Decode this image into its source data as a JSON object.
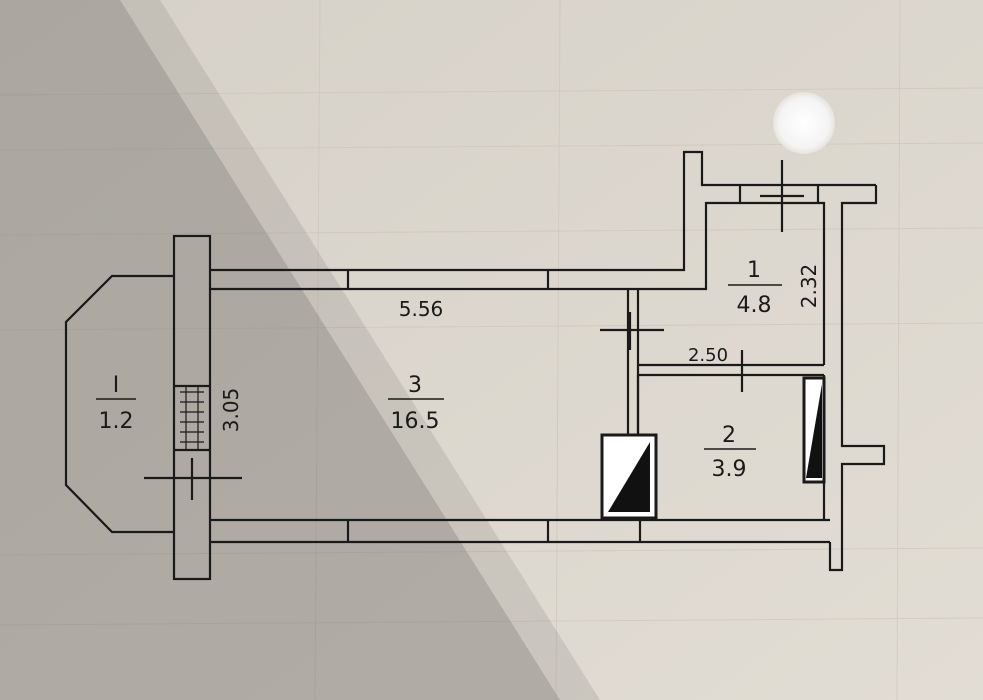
{
  "floor_plan": {
    "rooms": [
      {
        "number": "I",
        "area": "1.2"
      },
      {
        "number": "3",
        "area": "16.5"
      },
      {
        "number": "1",
        "area": "4.8"
      },
      {
        "number": "2",
        "area": "3.9"
      }
    ],
    "dimensions": [
      "5.56",
      "3.05",
      "2.32",
      "2.50"
    ],
    "colors": {
      "paper": "#d9d4cb",
      "wall": "#1a1a1a",
      "shadow": "#6f6c68"
    }
  }
}
